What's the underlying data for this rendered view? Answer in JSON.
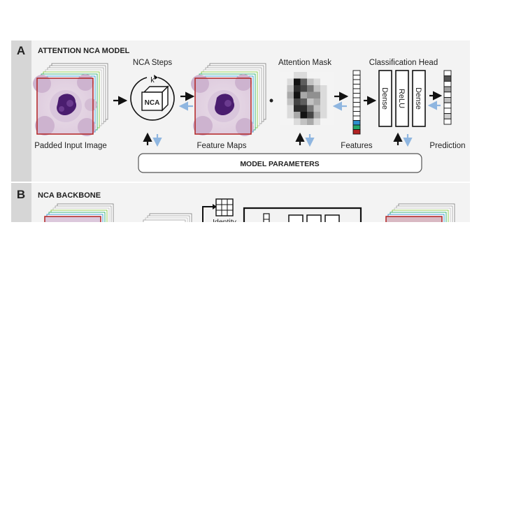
{
  "panels": [
    {
      "letter": "A",
      "title": "ATTENTION NCA MODEL"
    },
    {
      "letter": "B",
      "title": "NCA BACKBONE"
    }
  ],
  "panel_a": {
    "input_label": "Padded Input Image",
    "nca_steps_label": "NCA Steps",
    "loop_label": "k",
    "nca_box_label": "NCA",
    "feature_maps_label": "Feature Maps",
    "attention_mask_label": "Attention Mask",
    "multiply_symbol": "•",
    "features_label": "Features",
    "classification_head_label": "Classification Head",
    "head_layers": [
      "Dense",
      "ReLU",
      "Dense"
    ],
    "prediction_label": "Prediction",
    "model_parameters_label": "MODEL PARAMETERS"
  },
  "panel_b": {
    "identity_label": "Identity"
  },
  "colors": {
    "panel_bg": "#f3f3f3",
    "letter_bar": "#d6d6d6",
    "forward_arrow": "#111111",
    "backward_arrow": "#8fb6e0",
    "image_border": "#b22222",
    "channel_colors": [
      "#2d8fcf",
      "#25a96a",
      "#86c440",
      "#b9b9b9",
      "#9a9a9a",
      "#7d7d7d"
    ]
  }
}
